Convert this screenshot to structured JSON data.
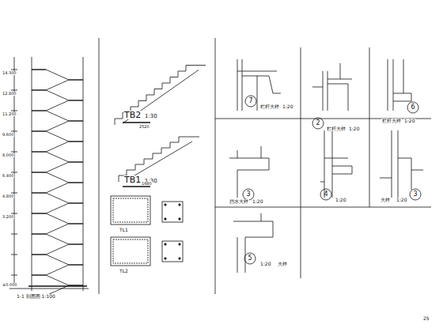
{
  "diagram": {
    "labels": [
      "1-1 剖面图 1:100",
      "TB2",
      "1:30",
      "TB1",
      "1:30",
      "7",
      "栏杆大样",
      "1:20",
      "2",
      "栏杆大样",
      "1:20",
      "6",
      "栏杆大样",
      "1:20",
      "3",
      "挡水大样",
      "1:20",
      "4",
      "1:20",
      "3",
      "大样",
      "1:20",
      "5",
      "1:20",
      "大样",
      "14.300",
      "12.800",
      "11.200",
      "9.600",
      "8.000",
      "6.400",
      "4.800",
      "3.200",
      "±0.000",
      "2520",
      "1680",
      "TL1",
      "TL2",
      "25"
    ]
  }
}
